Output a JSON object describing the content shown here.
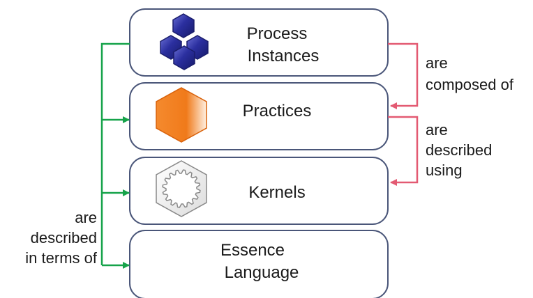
{
  "layers": [
    {
      "line1": "Process",
      "line2": "Instances",
      "icon": "blue-hexagon-cluster-icon"
    },
    {
      "line1": "Practices",
      "icon": "orange-hexagon-icon"
    },
    {
      "line1": "Kernels",
      "icon": "gear-hexagon-icon"
    },
    {
      "line1": "Essence",
      "line2": "Language"
    }
  ],
  "relations": {
    "composed": {
      "line1": "are",
      "line2": "composed of",
      "color": "#e35a72"
    },
    "described_using": {
      "line1": "are",
      "line2": "described",
      "line3": "using",
      "color": "#e35a72"
    },
    "described_in_terms": {
      "line1": "are",
      "line2": "described",
      "line3": "in terms of",
      "color": "#16a34a"
    }
  },
  "colors": {
    "box_stroke": "#4a5679",
    "blue": "#2b2f8f",
    "orange": "#f07a1a",
    "gear": "#9a9a9a"
  }
}
